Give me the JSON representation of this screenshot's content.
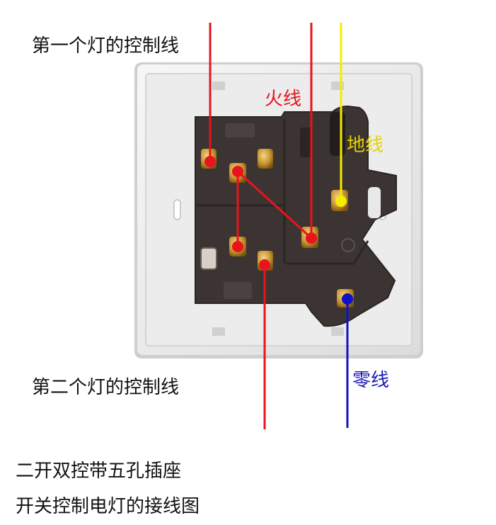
{
  "labels": {
    "first_light": "第一个灯的控制线",
    "second_light": "第二个灯的控制线",
    "live": "火线",
    "earth": "地线",
    "neutral": "零线"
  },
  "caption": {
    "line1": "二开双控带五孔插座",
    "line2": "开关控制电灯的接线图"
  },
  "colors": {
    "live_wire": "#e8141b",
    "earth_wire": "#f5ec00",
    "neutral_wire": "#1010c8",
    "live_text": "#e8141b",
    "earth_text": "#e6d400",
    "neutral_text": "#1a1ab8"
  }
}
